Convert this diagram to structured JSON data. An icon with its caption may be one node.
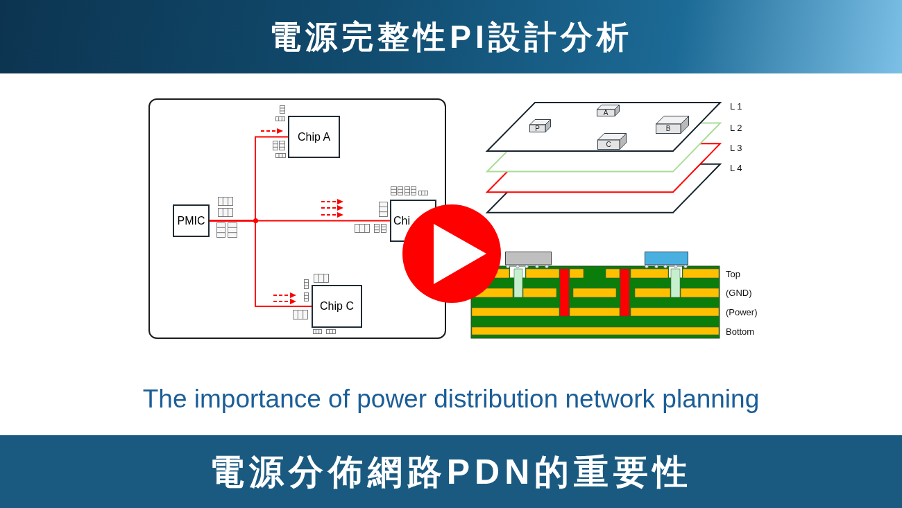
{
  "diagram": {
    "title": "電源完整性PI設計分析",
    "caption": "電源分佈網路PDN的重要性",
    "nodes": [
      {
        "text": [],
        "shape": "box"
      },
      {
        "text": [
          "Chip A"
        ],
        "in": 0
      },
      {
        "text": [
          "PMIC"
        ],
        "in": 0
      },
      {
        "text": [
          "Chi"
        ],
        "in": 0
      },
      {
        "text": [
          "Chip C"
        ],
        "in": 0
      },
      {
        "text": [
          "A"
        ]
      },
      {
        "text": [
          "P"
        ]
      },
      {
        "text": [
          "B"
        ]
      },
      {
        "text": [
          "C"
        ]
      }
    ],
    "edges": [
      {
        "from": 2,
        "to": 1,
        "arrow": "none"
      },
      {
        "from": 2,
        "to": 3,
        "arrow": "none"
      },
      {
        "from": 2,
        "to": 4,
        "arrow": "none"
      }
    ],
    "labels": [
      "L 1",
      "L 2",
      "L 3",
      "L 4",
      "Top",
      "(GND)",
      "(Power)",
      "Bottom",
      "The importance of power distribution network planning"
    ]
  }
}
